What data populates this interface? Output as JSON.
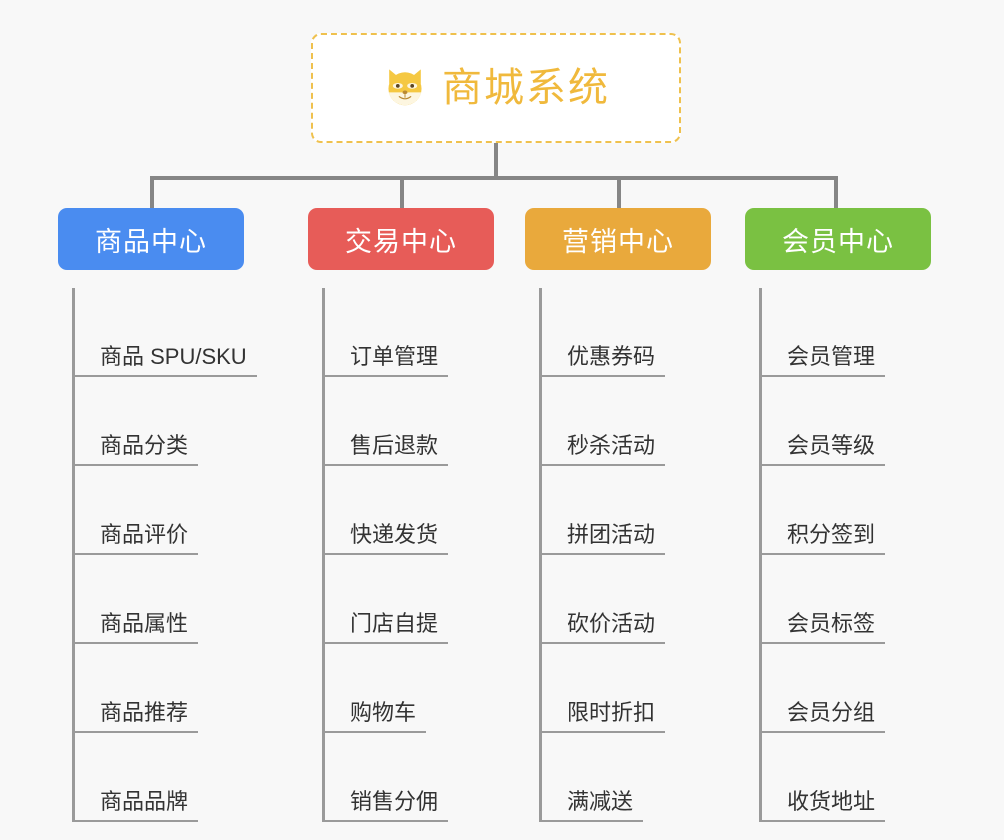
{
  "background_color": "#f8f8f8",
  "root": {
    "title": "商城系统",
    "icon": "shiba-dog-face-icon",
    "text_color": "#f0b93c",
    "border_color": "#efc14e"
  },
  "connector_color": "#868686",
  "leaf_line_color": "#9a9a9a",
  "leaf_text_color": "#333333",
  "categories": [
    {
      "label": "商品中心",
      "color": "#4a8cf0",
      "items": [
        "商品 SPU/SKU",
        "商品分类",
        "商品评价",
        "商品属性",
        "商品推荐",
        "商品品牌"
      ]
    },
    {
      "label": "交易中心",
      "color": "#e75c58",
      "items": [
        "订单管理",
        "售后退款",
        "快递发货",
        "门店自提",
        "购物车",
        "销售分佣"
      ]
    },
    {
      "label": "营销中心",
      "color": "#e9a93c",
      "items": [
        "优惠券码",
        "秒杀活动",
        "拼团活动",
        "砍价活动",
        "限时折扣",
        "满减送"
      ]
    },
    {
      "label": "会员中心",
      "color": "#7ac142",
      "items": [
        "会员管理",
        "会员等级",
        "积分签到",
        "会员标签",
        "会员分组",
        "收货地址"
      ]
    }
  ]
}
